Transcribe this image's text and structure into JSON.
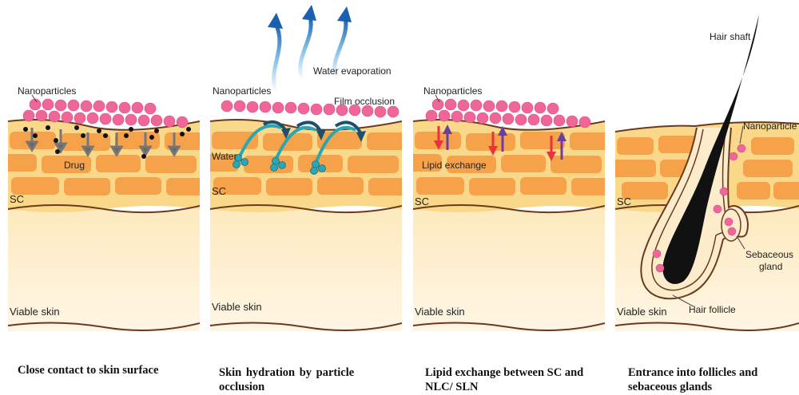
{
  "panels": [
    {
      "labels": {
        "nanoparticles": "Nanoparticles",
        "drug": "Drug",
        "sc": "SC",
        "viable": "Viable skin"
      },
      "caption": "Close contact to skin surface"
    },
    {
      "labels": {
        "nanoparticles": "Nanoparticles",
        "water_evaporation": "Water evaporation",
        "film_occlusion": "Film occlusion",
        "water": "Water",
        "sc": "SC",
        "viable": "Viable skin"
      },
      "caption": "Skin hydration by particle occlusion"
    },
    {
      "labels": {
        "nanoparticles": "Nanoparticles",
        "lipid_exchange": "Lipid exchange",
        "sc": "SC",
        "viable": "Viable skin"
      },
      "caption": "Lipid exchange between SC and NLC/ SLN"
    },
    {
      "labels": {
        "hair_shaft": "Hair shaft",
        "nanoparticles": "Nanoparticle",
        "sc": "SC",
        "sebaceous_gland": "Sebaceous gland",
        "hair_follicle": "Hair follicle",
        "viable": "Viable skin"
      },
      "caption": "Entrance into follicles and sebaceous glands"
    }
  ],
  "colors": {
    "sc_fill": "#f9d889",
    "corneocyte": "#f5a24a",
    "viable_fill": "#fdf0d2",
    "border": "#6b3a1e",
    "nanoparticle": "#ee6797",
    "water_arrow": "#1e6fb6",
    "water_droplet": "#2aa7b3",
    "lipid_red": "#e8323c",
    "lipid_purple": "#6b3fa0",
    "drug_arrow": "#777777",
    "hair": "#111111"
  }
}
